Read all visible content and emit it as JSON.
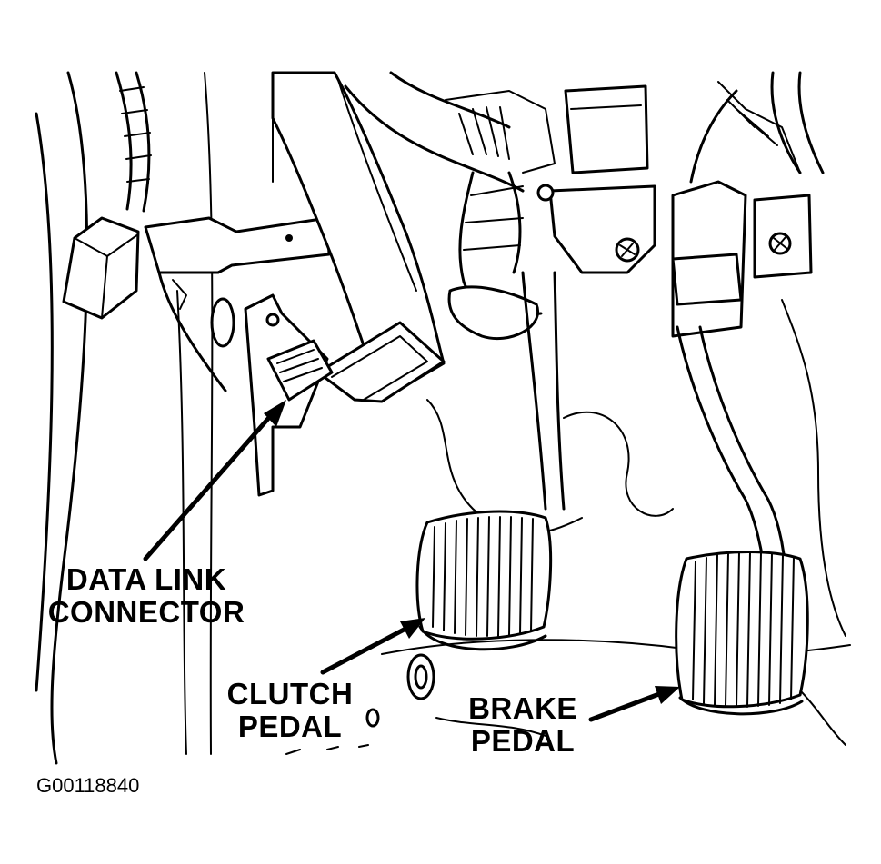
{
  "figure": {
    "id": "G00118840"
  },
  "callouts": {
    "data_link_connector": [
      "DATA LINK",
      "CONNECTOR"
    ],
    "clutch_pedal": [
      "CLUTCH",
      "PEDAL"
    ],
    "brake_pedal": [
      "BRAKE",
      "PEDAL"
    ]
  },
  "colors": {
    "ink": "#000000",
    "paper": "#ffffff"
  }
}
